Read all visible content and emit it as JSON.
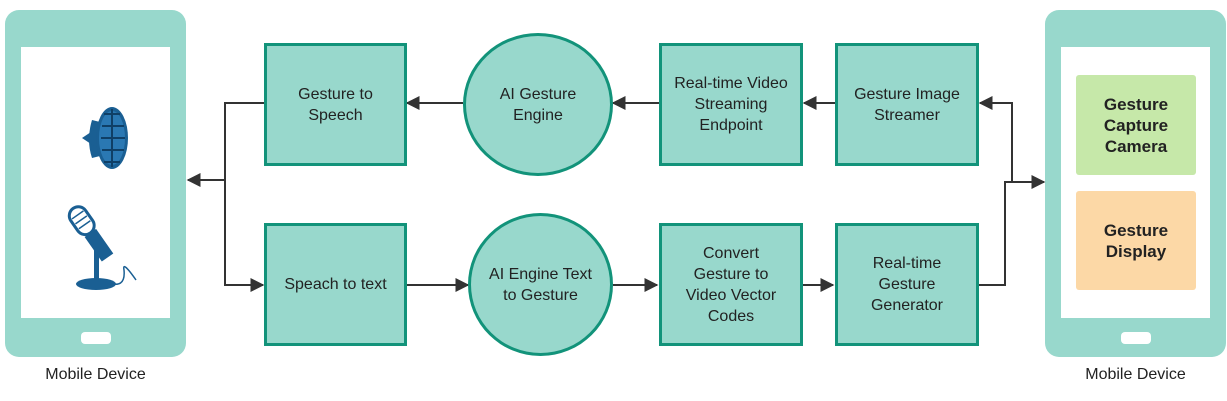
{
  "left_device": {
    "label": "Mobile Device",
    "icons": [
      "microphone-icon",
      "speaker-icon"
    ]
  },
  "right_device": {
    "label": "Mobile Device",
    "cards": {
      "capture": "Gesture\nCapture\nCamera",
      "display": "Gesture\nDisplay"
    }
  },
  "nodes": {
    "gesture_to_speech": "Gesture to\nSpeech",
    "ai_gesture_engine": "AI Gesture\nEngine",
    "rt_video_endpoint": "Real-time Video\nStreaming\nEndpoint",
    "gesture_image_streamer": "Gesture Image\nStreamer",
    "speech_to_text": "Speach to text",
    "ai_text_to_gesture": "AI Engine Text\nto Gesture",
    "convert_vector": "Convert\nGesture to\nVideo Vector\nCodes",
    "rt_gesture_generator": "Real-time\nGesture\nGenerator"
  },
  "colors": {
    "node_fill": "#98d8cc",
    "node_border": "#12937a",
    "phone": "#98d8cc",
    "card_capture": "#c6e8a9",
    "card_display": "#fcd8a6",
    "arrow": "#333333",
    "icon": "#1a5f93"
  }
}
